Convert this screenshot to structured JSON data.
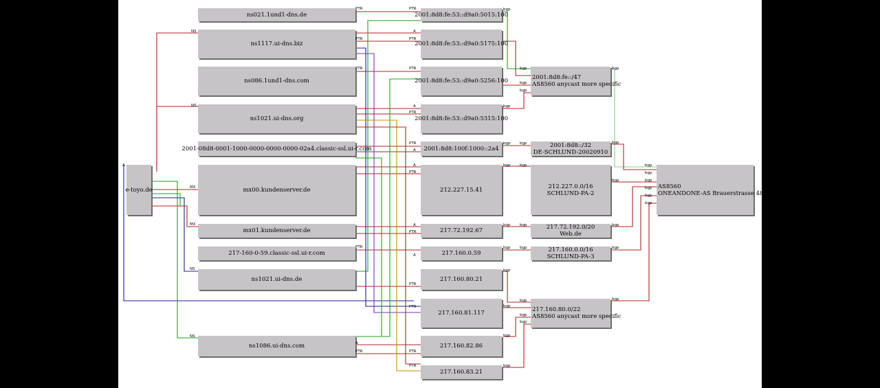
{
  "colors": {
    "background": "#000000",
    "canvas": "#ffffff",
    "node_fill": "#c6c4c6",
    "red": "#b22222",
    "green": "#1aa31a",
    "blue": "#1c1c99",
    "purple": "#7b2fbf",
    "orange": "#d08a00",
    "light_green": "#7dd67d"
  },
  "nodes": {
    "domain": "e-toyo.de",
    "ns1": "ns021.1und1-dns.de",
    "ns2": "ns1117.ui-dns.biz",
    "ns3": "ns086.1und1-dns.com",
    "ns4": "ns1021.ui-dns.org",
    "mail_ssl": "2001-08d8-0001-1000-0000-0000-0000-02a4.classic-ssl.ui-r.com",
    "mx00": "mx00.kundenserver.de",
    "mx01": "mx01.kundenserver.de",
    "ssl2": "217-160-0-59.classic-ssl.ui-r.com",
    "ns5": "ns1021.ui-dns.de",
    "ns6": "ns1086.ui-dns.com",
    "ip1": "2001:8d8:fe:53::d9a0:5015:100",
    "ip2": "2001:8d8:fe:53::d9a0:5175:100",
    "ip3": "2001:8d8:fe:53::d9a0:5256:100",
    "ip4": "2001:8d8:fe:53::d9a0:5315:100",
    "ip5": "2001:8d8:100f:1000::2a4",
    "ip6": "212.227.15.41",
    "ip7": "217.72.192.67",
    "ip8": "217.160.0.59",
    "ip9": "217.160.80.21",
    "ip10": "217.160.81.117",
    "ip11": "217.160.82.86",
    "ip12": "217.160.83.21",
    "pfx1_line1": "2001:8d8:fe::/47",
    "pfx1_line2": "AS8560 anycast more specific",
    "pfx2_line1": "2001:8d8::/32",
    "pfx2_line2": "DE-SCHLUND-20020910",
    "pfx3_line1": "212.227.0.0/16",
    "pfx3_line2": "SCHLUND-PA-2",
    "pfx4_line1": "217.72.192.0/20",
    "pfx4_line2": "Web.de",
    "pfx5_line1": "217.160.0.0/16",
    "pfx5_line2": "SCHLUND-PA-3",
    "pfx6_line1": "217.160.80.0/22",
    "pfx6_line2": "AS8560 anycast more specific",
    "as_line1": "AS8560",
    "as_line2": "ONEANDONE-AS Brauerstrasse 48"
  },
  "edge_labels": {
    "ns": "NS",
    "mx": "MX",
    "a": "A",
    "ptr": "PTR",
    "bgp": "bgp"
  }
}
